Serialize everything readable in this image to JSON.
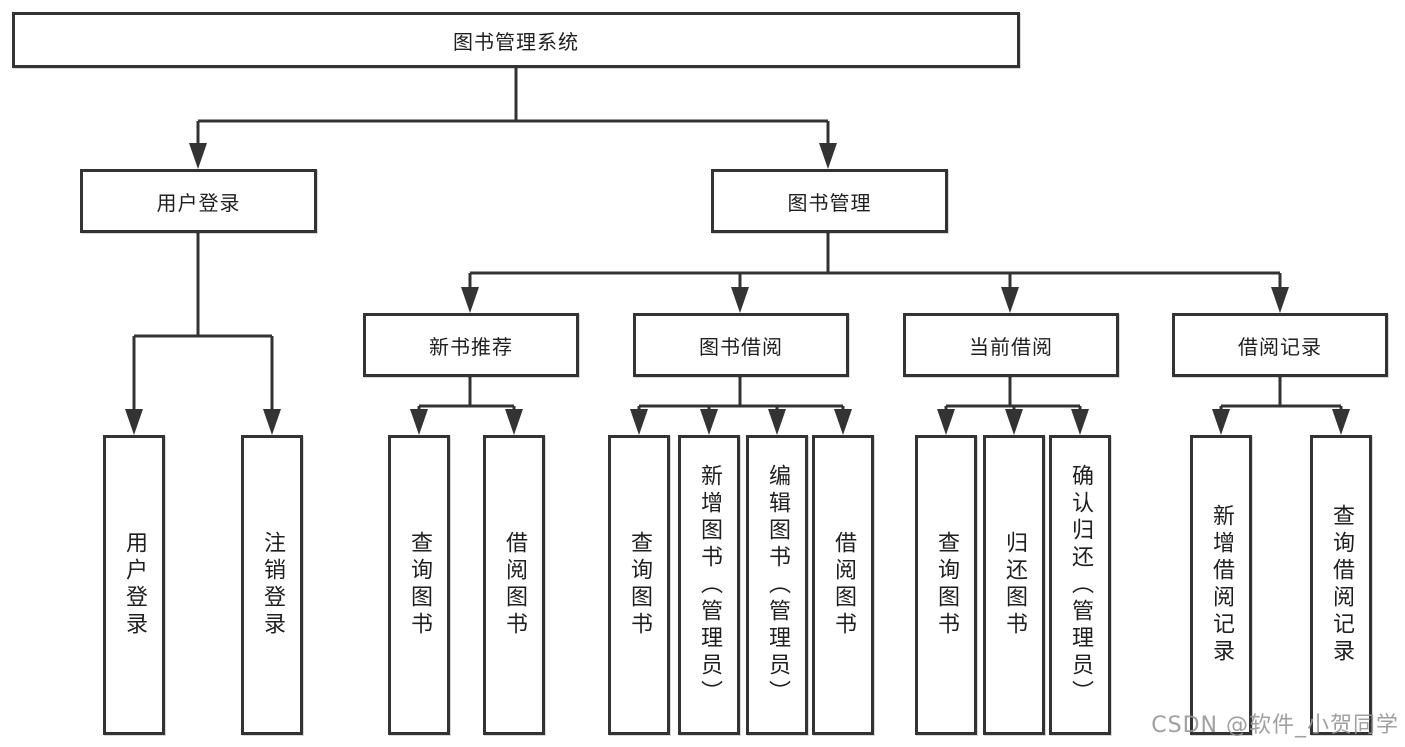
{
  "watermark": "CSDN @软件_小贺同学",
  "colors": {
    "line": "#333333",
    "box_border": "#333333",
    "text": "#1f1f1f",
    "watermark_gray": "#969696",
    "background": "#ffffff"
  },
  "tree": {
    "root": "图书管理系统",
    "branches": [
      {
        "label": "用户登录",
        "children": [
          "用户登录",
          "注销登录"
        ]
      },
      {
        "label": "图书管理",
        "groups": [
          {
            "label": "新书推荐",
            "children": [
              "查询图书",
              "借阅图书"
            ]
          },
          {
            "label": "图书借阅",
            "children": [
              "查询图书",
              "新增图书（管理员）",
              "编辑图书（管理员）",
              "借阅图书"
            ]
          },
          {
            "label": "当前借阅",
            "children": [
              "查询图书",
              "归还图书",
              "确认归还（管理员）"
            ]
          },
          {
            "label": "借阅记录",
            "children": [
              "新增借阅记录",
              "查询借阅记录"
            ]
          }
        ]
      }
    ]
  }
}
